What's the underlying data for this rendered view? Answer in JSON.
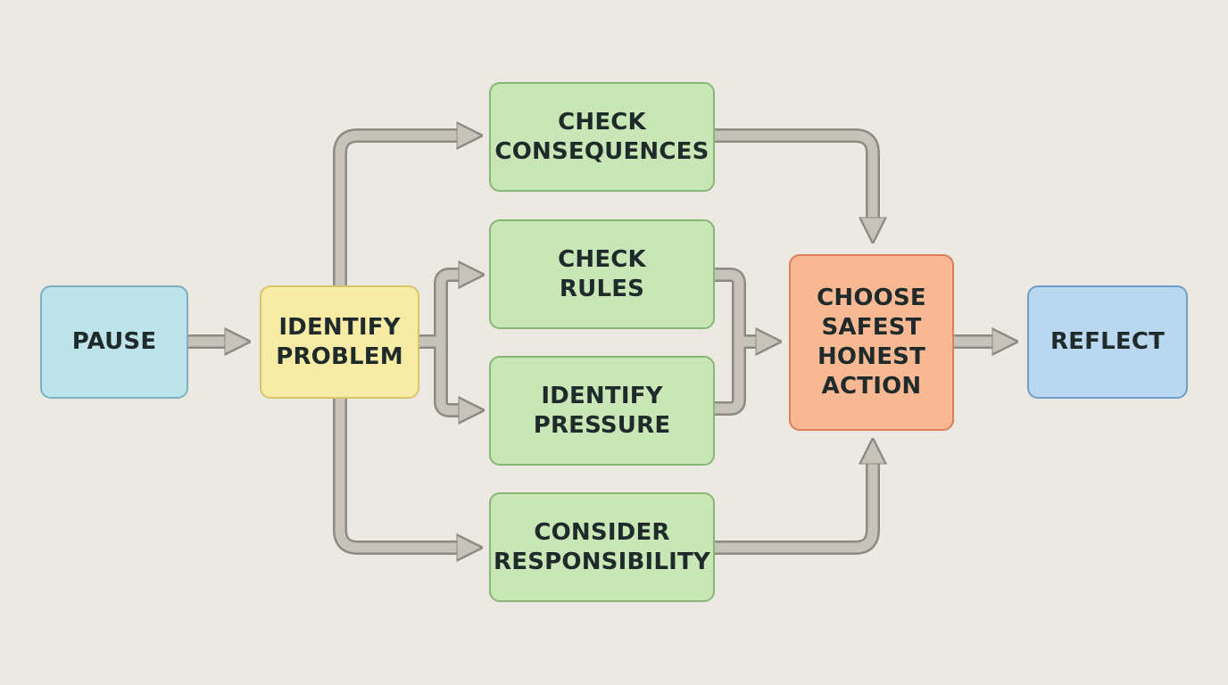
{
  "nodes": {
    "pause": {
      "lines": [
        "PAUSE"
      ]
    },
    "identify_problem": {
      "lines": [
        "IDENTIFY",
        "PROBLEM"
      ]
    },
    "check_consequences": {
      "lines": [
        "CHECK",
        "CONSEQUENCES"
      ]
    },
    "check_rules": {
      "lines": [
        "CHECK",
        "RULES"
      ]
    },
    "identify_pressure": {
      "lines": [
        "IDENTIFY",
        "PRESSURE"
      ]
    },
    "consider_responsibility": {
      "lines": [
        "CONSIDER",
        "RESPONSIBILITY"
      ]
    },
    "choose_action": {
      "lines": [
        "CHOOSE",
        "SAFEST",
        "HONEST",
        "ACTION"
      ]
    },
    "reflect": {
      "lines": [
        "REFLECT"
      ]
    }
  },
  "colors": {
    "background": "#ece9e3",
    "arrow_fill": "#c7c3ba",
    "arrow_stroke": "#8d8a82",
    "pause": "#bde3eb",
    "identify_problem": "#f7eca6",
    "checks": "#c8e6b6",
    "choose_action": "#f8b893",
    "reflect": "#b9d7ee"
  }
}
